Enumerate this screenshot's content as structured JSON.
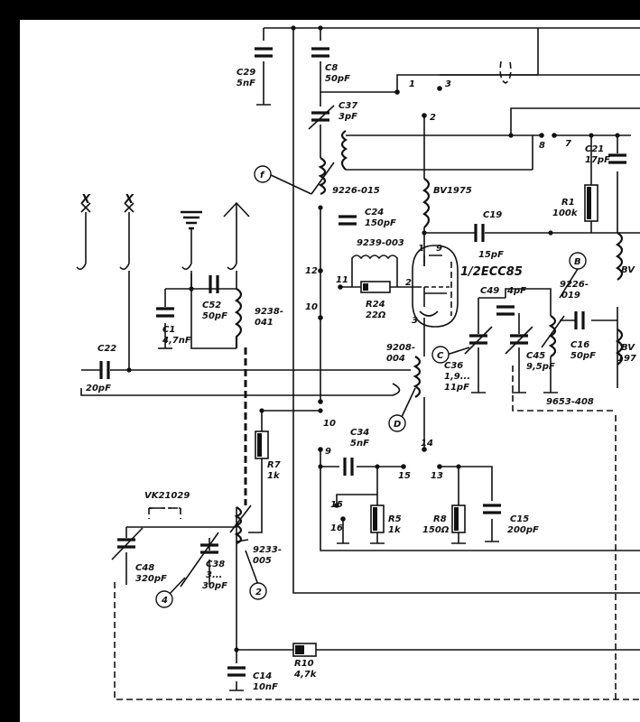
{
  "labels": {
    "c29": "C29",
    "c29v": "5nF",
    "c8": "C8",
    "c8v": "50pF",
    "c37": "C37",
    "c37v": "3pF",
    "c24": "C24",
    "c24v": "150pF",
    "c19": "C19",
    "c19v": "15pF",
    "c21": "C21",
    "c21v": "17pF",
    "r1": "R1",
    "r1v": "100k",
    "c1": "C1",
    "c1v": "4,7nF",
    "c52": "C52",
    "c52v": "50pF",
    "c22": "C22",
    "c22v": "20pF",
    "r24": "R24",
    "r24v": "22Ω",
    "c49": "C49",
    "c49v": "4pF",
    "c36": "C36",
    "c36v1": "1,9...",
    "c36v2": "11pF",
    "c45": "C45",
    "c45v": "9,5pF",
    "c16": "C16",
    "c16v": "50pF",
    "c34": "C34",
    "c34v": "5nF",
    "r7": "R7",
    "r7v": "1k",
    "r5": "R5",
    "r5v": "1k",
    "r8": "R8",
    "r8v": "150Ω",
    "c15": "C15",
    "c15v": "200pF",
    "c48": "C48",
    "c48v": "320pF",
    "c38": "C38",
    "c38v1": "3...",
    "c38v2": "30pF",
    "c14": "C14",
    "c14v": "10nF",
    "r10": "R10",
    "r10v": "4,7k",
    "t9226_015": "9226-015",
    "t9239_003": "9239-003",
    "t9238a": "9238-",
    "t9238b": "041",
    "t9208a": "9208-",
    "t9208b": "004",
    "t9226a": "9226-",
    "t9226b": "019",
    "t9653": "9653-408",
    "t9233a": "9233-",
    "t9233b": "005",
    "tube": "1/2ECC85",
    "bv1975": "BV1975",
    "bv": "BV",
    "bv2": "BV",
    "bv2b": "197",
    "vk": "VK21029",
    "antx1": "X",
    "antx2": "X",
    "n1": "1",
    "n2": "2",
    "n3": "3",
    "n7": "7",
    "n8": "8",
    "n9": "9",
    "n10": "10",
    "n10b": "10",
    "n11": "11",
    "n12": "12",
    "n13": "13",
    "n14": "14",
    "n15": "15",
    "n15b": "15",
    "n16": "16",
    "pin1": "1",
    "pin2": "2",
    "pin3": "3",
    "pin9": "9",
    "callF": "f",
    "callB": "B",
    "callC": "C",
    "callD": "D",
    "call4": "4",
    "call2": "2"
  }
}
